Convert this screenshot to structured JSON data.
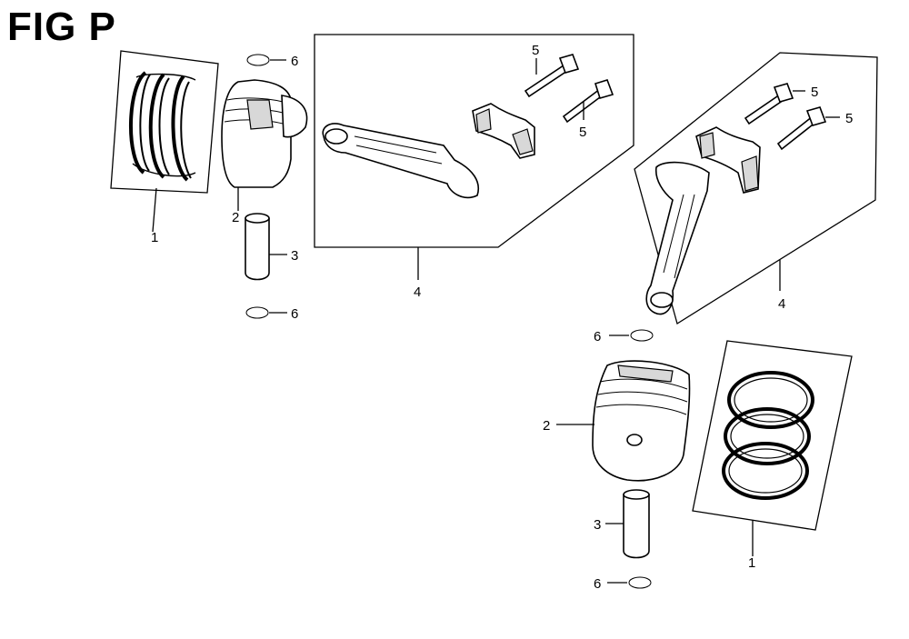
{
  "figure": {
    "title": "FIG P"
  },
  "callouts": {
    "a1": "1",
    "a2": "2",
    "a3": "3",
    "a4": "4",
    "a5a": "5",
    "a5b": "5",
    "a6a": "6",
    "a6b": "6",
    "b1": "1",
    "b2": "2",
    "b3": "3",
    "b4": "4",
    "b5a": "5",
    "b5b": "5",
    "b6a": "6",
    "b6b": "6"
  }
}
